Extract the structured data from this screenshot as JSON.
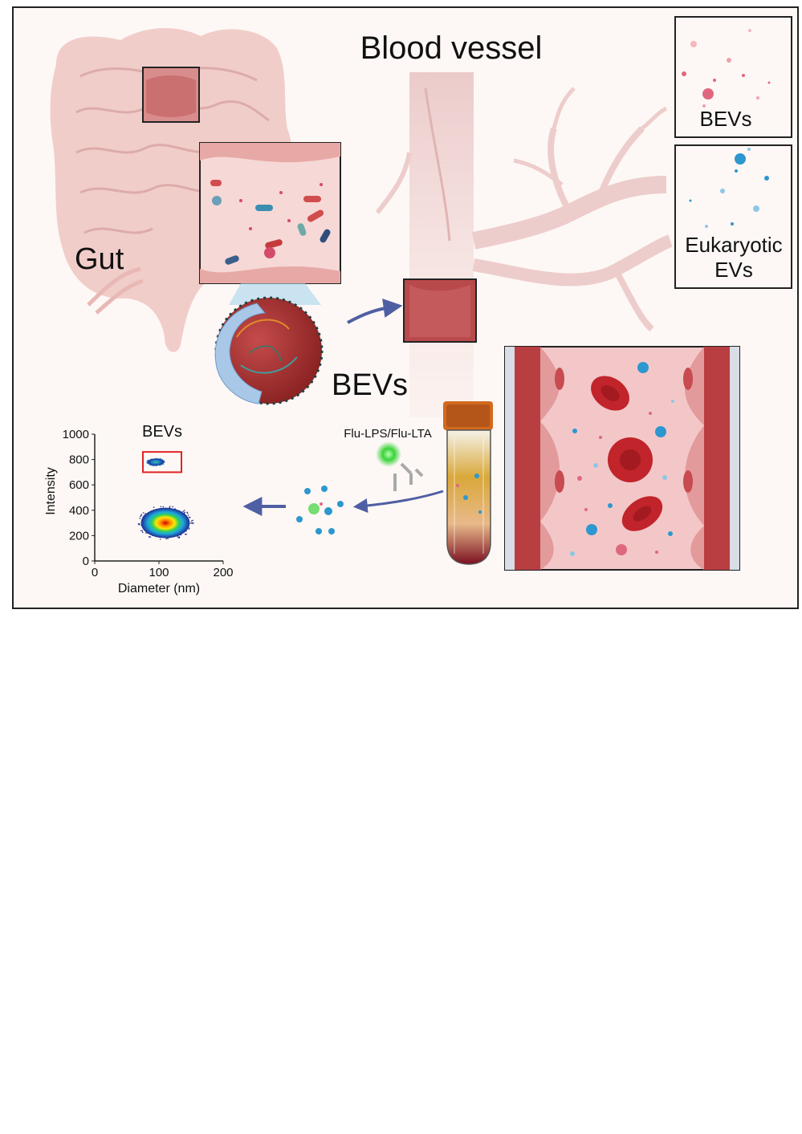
{
  "labels": {
    "blood_vessel": "Blood vessel",
    "gut": "Gut",
    "bevs_main": "BEVs",
    "legend_bevs": "BEVs",
    "legend_eukaryotic_1": "Eukaryotic",
    "legend_eukaryotic_2": "EVs",
    "probe": "Flu-LPS/Flu-LTA"
  },
  "colors": {
    "background": "#fdf8f5",
    "gut_tissue": "#f0c9c6",
    "vessel": "#eccccb",
    "vessel_wall": "#c9484c",
    "bev_particle": "#e0687e",
    "eukaryotic_particle": "#2d97cf",
    "probe_glow": "#3bd23b",
    "arrow": "#4f5fa3",
    "gate_box": "#e02424",
    "tube_cap": "#d2691e",
    "plasma": "#d9a83a",
    "blood": "#7a1020"
  },
  "chart_data": {
    "type": "scatter",
    "title": "BEVs",
    "xlabel": "Diameter (nm)",
    "ylabel": "Intensity",
    "xlim": [
      0,
      200
    ],
    "ylim": [
      0,
      1000
    ],
    "xticks": [
      "0",
      "100",
      "200"
    ],
    "yticks": [
      "0",
      "200",
      "400",
      "600",
      "800",
      "1000"
    ],
    "series": [
      {
        "name": "BEVs",
        "center": [
          95,
          780
        ],
        "spread": [
          12,
          25
        ],
        "color": "#2b6cb8"
      },
      {
        "center": [
          110,
          300
        ],
        "spread": [
          38,
          120
        ],
        "color": "#26308f"
      }
    ],
    "gate": {
      "x": [
        75,
        135
      ],
      "y": [
        700,
        860
      ],
      "color": "#e02424"
    }
  }
}
